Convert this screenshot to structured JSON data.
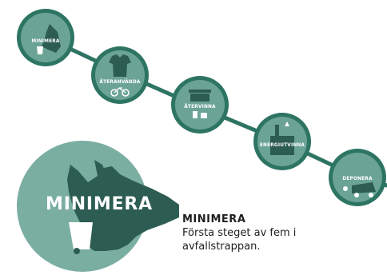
{
  "steps": [
    {
      "label": "MINIMERA"
    },
    {
      "label": "ÅTERANVÄNDA"
    },
    {
      "label": "ÅTERVINNA"
    },
    {
      "label": "ENERGIUTVINNA"
    },
    {
      "label": "DEPONERA"
    }
  ],
  "featured": {
    "label": "MINIMERA"
  },
  "caption": {
    "title": "MINIMERA",
    "text_line1": "Första steget av fem i",
    "text_line2": "avfallstrappan."
  },
  "colors": {
    "ring": "#2d7463",
    "disc": "#6ba396",
    "disc_light": "#8dbcb0",
    "featured_disc": "#7aaea1",
    "hand": "#2c5c52"
  }
}
